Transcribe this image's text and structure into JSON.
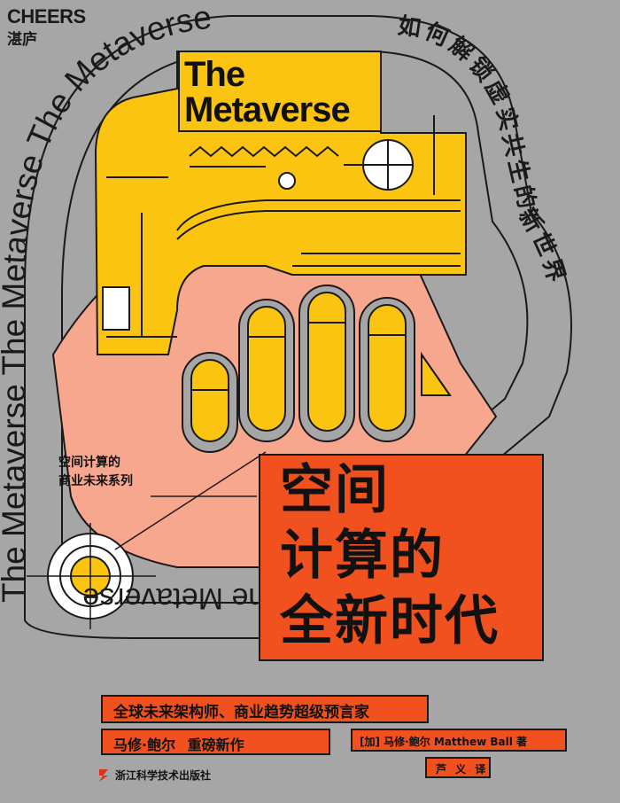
{
  "brand": {
    "name_en": "CHEERS",
    "name_cn": "湛庐"
  },
  "book": {
    "title_en_line1": "The",
    "title_en_line2": "Metaverse",
    "ring_text_outer": "The Metaverse The Metaverse The Metaverse",
    "ring_text_inner": "The Metaverse",
    "subtitle_vertical": "如何解锁虚实共生的新世界",
    "series_line1": "空间计算的",
    "series_line2": "商业未来系列",
    "main_title_lines": [
      "空间",
      "计算的",
      "全新时代"
    ],
    "tagline": "全球未来架构师、商业趋势超级预言家",
    "author_tag": "马修·鲍尔 重磅新作",
    "byline": "[加] 马修·鲍尔 Matthew Ball 著",
    "translator": "芦 义 译",
    "publisher": "浙江科学技术出版社"
  },
  "colors": {
    "background": "#a6a6a6",
    "accent_orange": "#f0511e",
    "yellow": "#fac410",
    "salmon": "#f8a78f",
    "ink": "#1a1a1a"
  }
}
